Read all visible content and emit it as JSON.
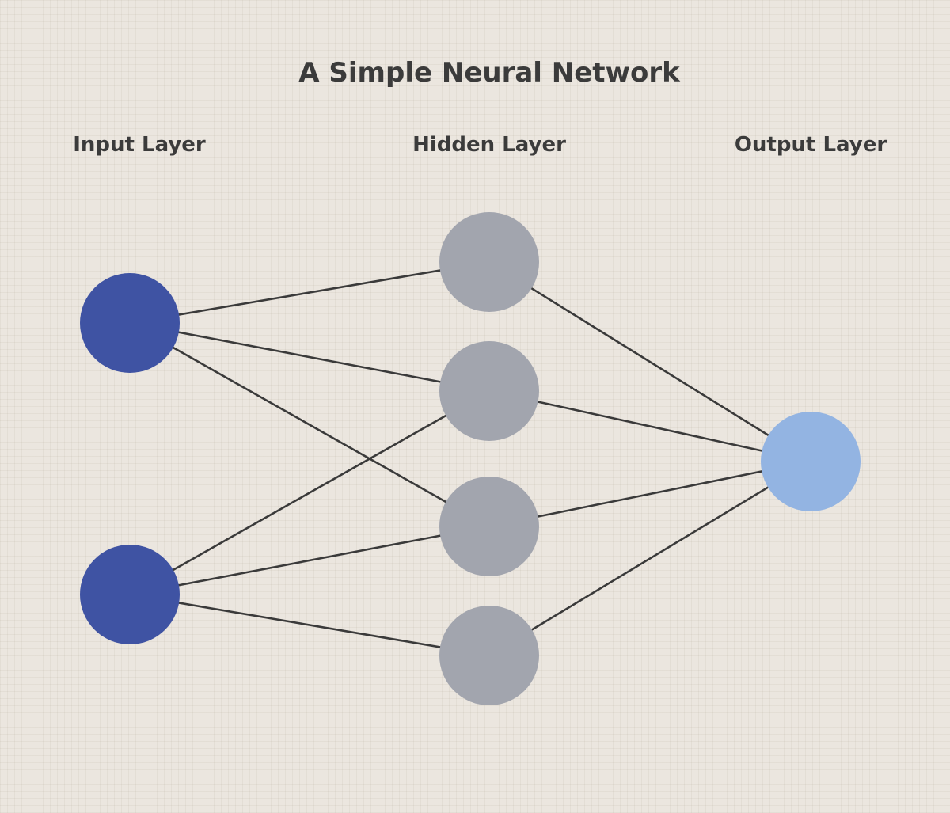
{
  "title": "A Simple Neural Network",
  "layers": [
    {
      "id": "input",
      "label": "Input Layer",
      "node_count": 2,
      "color": "#3f53a3"
    },
    {
      "id": "hidden",
      "label": "Hidden Layer",
      "node_count": 4,
      "color": "#a2a5ae"
    },
    {
      "id": "output",
      "label": "Output Layer",
      "node_count": 1,
      "color": "#93b4e2"
    }
  ],
  "edges": [
    {
      "from": "input.0",
      "to": "hidden.0"
    },
    {
      "from": "input.0",
      "to": "hidden.1"
    },
    {
      "from": "input.0",
      "to": "hidden.2"
    },
    {
      "from": "input.1",
      "to": "hidden.1"
    },
    {
      "from": "input.1",
      "to": "hidden.2"
    },
    {
      "from": "input.1",
      "to": "hidden.3"
    },
    {
      "from": "hidden.0",
      "to": "output.0"
    },
    {
      "from": "hidden.1",
      "to": "output.0"
    },
    {
      "from": "hidden.2",
      "to": "output.0"
    },
    {
      "from": "hidden.3",
      "to": "output.0"
    }
  ],
  "edge_color": "#3a3a3a"
}
